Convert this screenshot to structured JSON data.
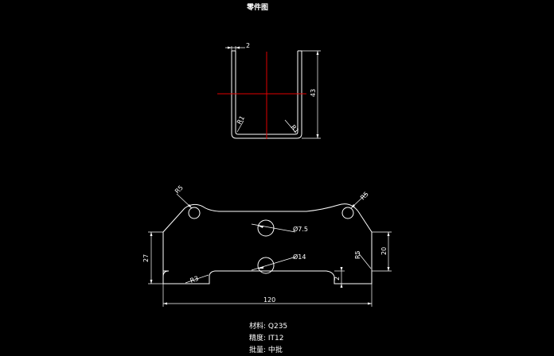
{
  "drawing": {
    "title": "零件图",
    "colors": {
      "background": "#000000",
      "outline": "#ffffff",
      "centerline": "#e00000"
    },
    "side_view": {
      "dims": {
        "thickness": "2",
        "height": "43",
        "radius_left": "R1",
        "radius_right": "R1"
      }
    },
    "plan_view": {
      "dims": {
        "hole_top_left": "R5",
        "hole_top_right": "R5",
        "hole_center_upper": "Ø7.5",
        "hole_center_lower": "Ø14",
        "left_height": "27",
        "right_height": "20",
        "right_radius": "R5",
        "bottom_left_radius": "R3",
        "bottom_right_step": "2",
        "overall_width": "120"
      }
    },
    "notes": {
      "material": "材料: Q235",
      "accuracy": "精度: IT12",
      "batch": "批量: 中批"
    }
  }
}
